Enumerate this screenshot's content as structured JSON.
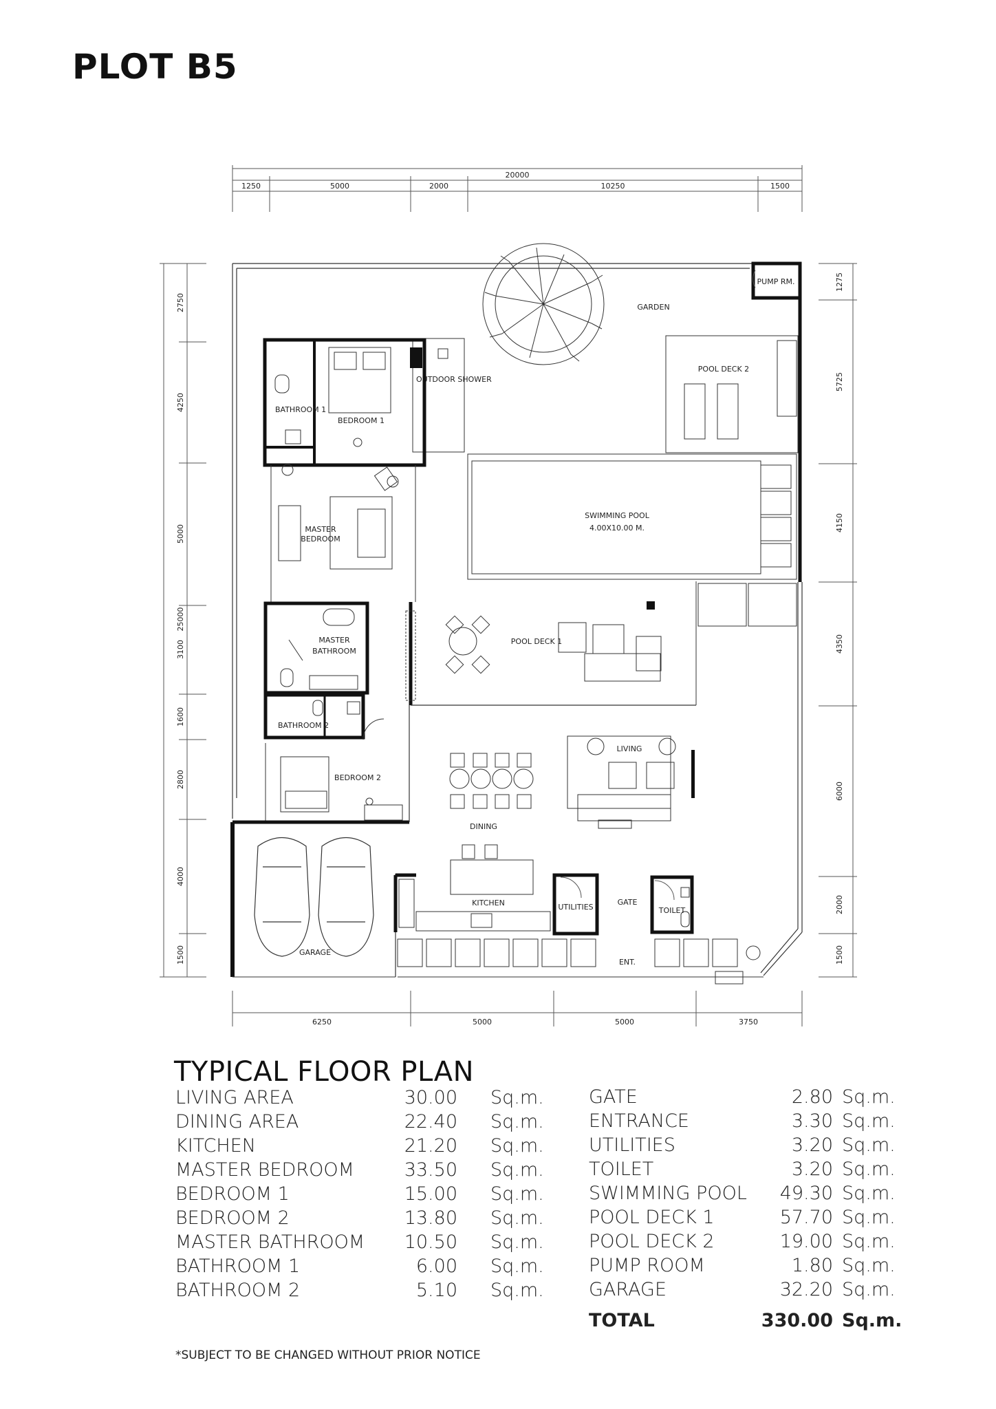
{
  "title": "PLOT B5",
  "dimensions": {
    "top_total": "20000",
    "top": [
      "1250",
      "5000",
      "2000",
      "10250",
      "1500"
    ],
    "bottom": [
      "6250",
      "5000",
      "5000",
      "3750"
    ],
    "left_total": "25000",
    "left": [
      "2750",
      "4250",
      "5000",
      "3100",
      "1600",
      "2800",
      "4000",
      "1500"
    ],
    "right": [
      "1275",
      "5725",
      "4150",
      "4350",
      "6000",
      "2000",
      "1500"
    ]
  },
  "rooms": {
    "pump_room": "PUMP RM.",
    "garden": "GARDEN",
    "pool_deck_2": "POOL DECK 2",
    "outdoor_shower": "OUTDOOR SHOWER",
    "bathroom_1": "BATHROOM 1",
    "bedroom_1": "BEDROOM 1",
    "master_bedroom_l1": "MASTER",
    "master_bedroom_l2": "BEDROOM",
    "swimming_pool": "SWIMMING POOL",
    "pool_size": "4.00X10.00 M.",
    "pool_deck_1": "POOL DECK 1",
    "master_bathroom_l1": "MASTER",
    "master_bathroom_l2": "BATHROOM",
    "bathroom_2": "BATHROOM 2",
    "living": "LIVING",
    "bedroom_2": "BEDROOM 2",
    "dining": "DINING",
    "kitchen": "KITCHEN",
    "utilities": "UTILITIES",
    "gate": "GATE",
    "toilet": "TOILET",
    "garage": "GARAGE",
    "entrance": "ENT."
  },
  "schedule": {
    "title": "TYPICAL FLOOR PLAN",
    "left": [
      {
        "label": "LIVING AREA",
        "value": "30.00",
        "unit": "Sq.m."
      },
      {
        "label": "DINING AREA",
        "value": "22.40",
        "unit": "Sq.m."
      },
      {
        "label": "KITCHEN",
        "value": "21.20",
        "unit": "Sq.m."
      },
      {
        "label": "MASTER BEDROOM",
        "value": "33.50",
        "unit": "Sq.m."
      },
      {
        "label": "BEDROOM 1",
        "value": "15.00",
        "unit": "Sq.m."
      },
      {
        "label": "BEDROOM 2",
        "value": "13.80",
        "unit": "Sq.m."
      },
      {
        "label": "MASTER BATHROOM",
        "value": "10.50",
        "unit": "Sq.m."
      },
      {
        "label": "BATHROOM 1",
        "value": "6.00",
        "unit": "Sq.m."
      },
      {
        "label": "BATHROOM 2",
        "value": "5.10",
        "unit": "Sq.m."
      }
    ],
    "right": [
      {
        "label": "GATE",
        "value": "2.80",
        "unit": "Sq.m."
      },
      {
        "label": "ENTRANCE",
        "value": "3.30",
        "unit": "Sq.m."
      },
      {
        "label": "UTILITIES",
        "value": "3.20",
        "unit": "Sq.m."
      },
      {
        "label": "TOILET",
        "value": "3.20",
        "unit": "Sq.m."
      },
      {
        "label": "SWIMMING POOL",
        "value": "49.30",
        "unit": "Sq.m."
      },
      {
        "label": "POOL DECK 1",
        "value": "57.70",
        "unit": "Sq.m."
      },
      {
        "label": "POOL DECK 2",
        "value": "19.00",
        "unit": "Sq.m."
      },
      {
        "label": "PUMP ROOM",
        "value": "1.80",
        "unit": "Sq.m."
      },
      {
        "label": "GARAGE",
        "value": "32.20",
        "unit": "Sq.m."
      }
    ],
    "total": {
      "label": "TOTAL",
      "value": "330.00",
      "unit": "Sq.m."
    }
  },
  "disclaimer": "*SUBJECT TO BE CHANGED WITHOUT PRIOR NOTICE"
}
